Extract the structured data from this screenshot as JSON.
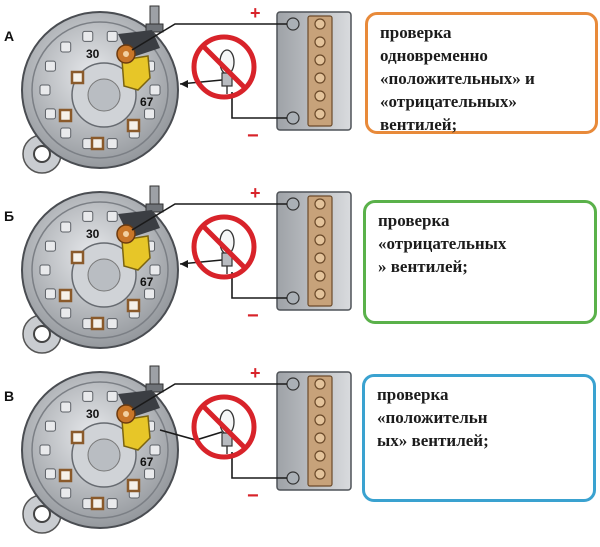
{
  "colors": {
    "orange": "#e88a3a",
    "green": "#5ab14a",
    "blue": "#3aa2d0",
    "prohibit_red": "#d8232a",
    "terminal_yellow": "#e7c628",
    "terminal_orange": "#c97628",
    "wire": "#1a1a1a",
    "alternator_body": "#b8bbc0"
  },
  "icons": [
    "alternator-icon",
    "battery-icon",
    "lamp-icon",
    "prohibited-icon"
  ],
  "terminals": {
    "b_plus": "30",
    "d_plus": "67"
  },
  "battery_signs": {
    "plus": "+",
    "minus": "−"
  },
  "rows": [
    {
      "label": "А",
      "text": "проверка\nодновременно\n«положительных» и\n«отрицательных»\nвентилей;",
      "color_key": "orange",
      "lamp_to_terminal": "67"
    },
    {
      "label": "Б",
      "text": "проверка\n«отрицательных\n» вентилей;",
      "color_key": "green",
      "lamp_to_terminal": "67"
    },
    {
      "label": "В",
      "text": "проверка\n«положительн\nых» вентилей;",
      "color_key": "blue",
      "lamp_to_terminal": "30"
    }
  ]
}
